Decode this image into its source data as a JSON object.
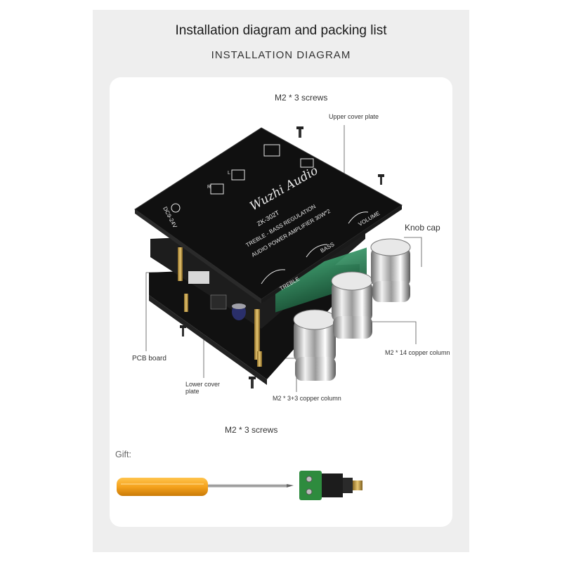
{
  "header": {
    "title": "Installation diagram and packing list",
    "subtitle": "INSTALLATION DIAGRAM"
  },
  "labels": {
    "top_screws": "M2 * 3 screws",
    "upper_cover_plate": "Upper cover plate",
    "knob_cap": "Knob cap",
    "copper_column_14": "M2 * 14 copper column",
    "pcb_board": "PCB board",
    "lower_cover_plate_1": "Lower cover",
    "lower_cover_plate_2": "plate",
    "copper_column_3": "M2 * 3+3 copper column",
    "bottom_screws": "M2 * 3 screws",
    "gift": "Gift:"
  },
  "board_print": {
    "brand": "Wuzhi Audio",
    "model": "ZK-302T",
    "line1": "TREBLE - BASS REGULATION",
    "line2": "AUDIO POWER AMPLIFIER 30W*2",
    "treble": "TREBLE",
    "bass": "BASS",
    "volume": "VOLUME",
    "power": "DC9-24V",
    "out_r": "R",
    "out_l": "L"
  },
  "colors": {
    "board": "#101010",
    "pcb_green": "#2f7f57",
    "screwdriver_handle": "#f5a21c",
    "terminal_green": "#2e8b3e",
    "brass": "#c9a24a",
    "chrome": "#c8c8c8"
  }
}
